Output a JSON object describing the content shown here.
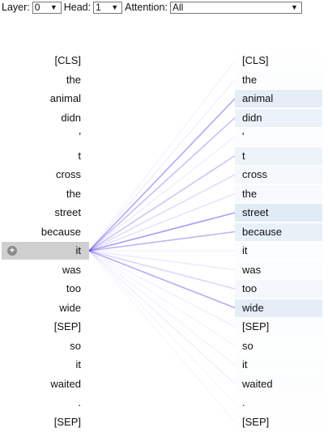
{
  "controls": {
    "layer_label": "Layer:",
    "layer_value": "0",
    "head_label": "Head:",
    "head_value": "1",
    "attention_label": "Attention:",
    "attention_value": "All"
  },
  "tokens": [
    "[CLS]",
    "the",
    "animal",
    "didn",
    "'",
    "t",
    "cross",
    "the",
    "street",
    "because",
    "it",
    "was",
    "too",
    "wide",
    "[SEP]",
    "so",
    "it",
    "waited",
    ".",
    "[SEP]"
  ],
  "selected_index": 10,
  "attention_from_selected": [
    0.03,
    0.06,
    0.42,
    0.3,
    0.06,
    0.28,
    0.16,
    0.12,
    0.48,
    0.36,
    0.05,
    0.08,
    0.18,
    0.4,
    0.05,
    0.03,
    0.04,
    0.06,
    0.02,
    0.02
  ],
  "colors": {
    "line": "#5b4fe6",
    "highlight": "#4a86c6",
    "selected_bg": "#cfcfcf",
    "expand_icon": "#8a8a8a"
  },
  "icons": {
    "expand": "+"
  }
}
